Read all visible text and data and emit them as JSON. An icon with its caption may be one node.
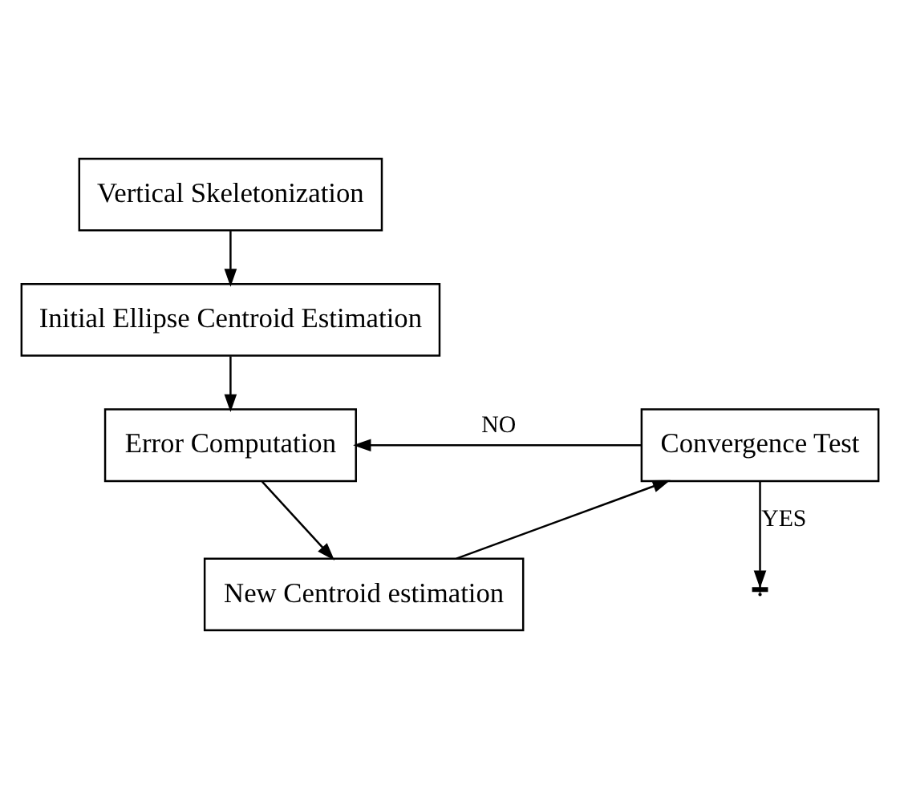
{
  "diagram": {
    "nodes": [
      {
        "text": [
          "Vertical Skeletonization"
        ]
      },
      {
        "text": [
          "Initial Ellipse Centroid Estimation"
        ]
      },
      {
        "text": [
          "Error Computation"
        ]
      },
      {
        "text": [
          "New Centroid estimation"
        ]
      },
      {
        "text": [
          "Convergence Test"
        ]
      }
    ],
    "edges": [
      {
        "from": 0,
        "to": 1,
        "arrow": "to"
      },
      {
        "from": 1,
        "to": 2,
        "arrow": "to"
      },
      {
        "from": 2,
        "to": 3,
        "arrow": "to"
      },
      {
        "from": 3,
        "to": 4,
        "arrow": "to"
      },
      {
        "from": 4,
        "to": 2,
        "arrow": "to",
        "label": "NO"
      },
      {
        "from": 4,
        "to": null,
        "arrow": "to",
        "label": "YES"
      }
    ]
  }
}
